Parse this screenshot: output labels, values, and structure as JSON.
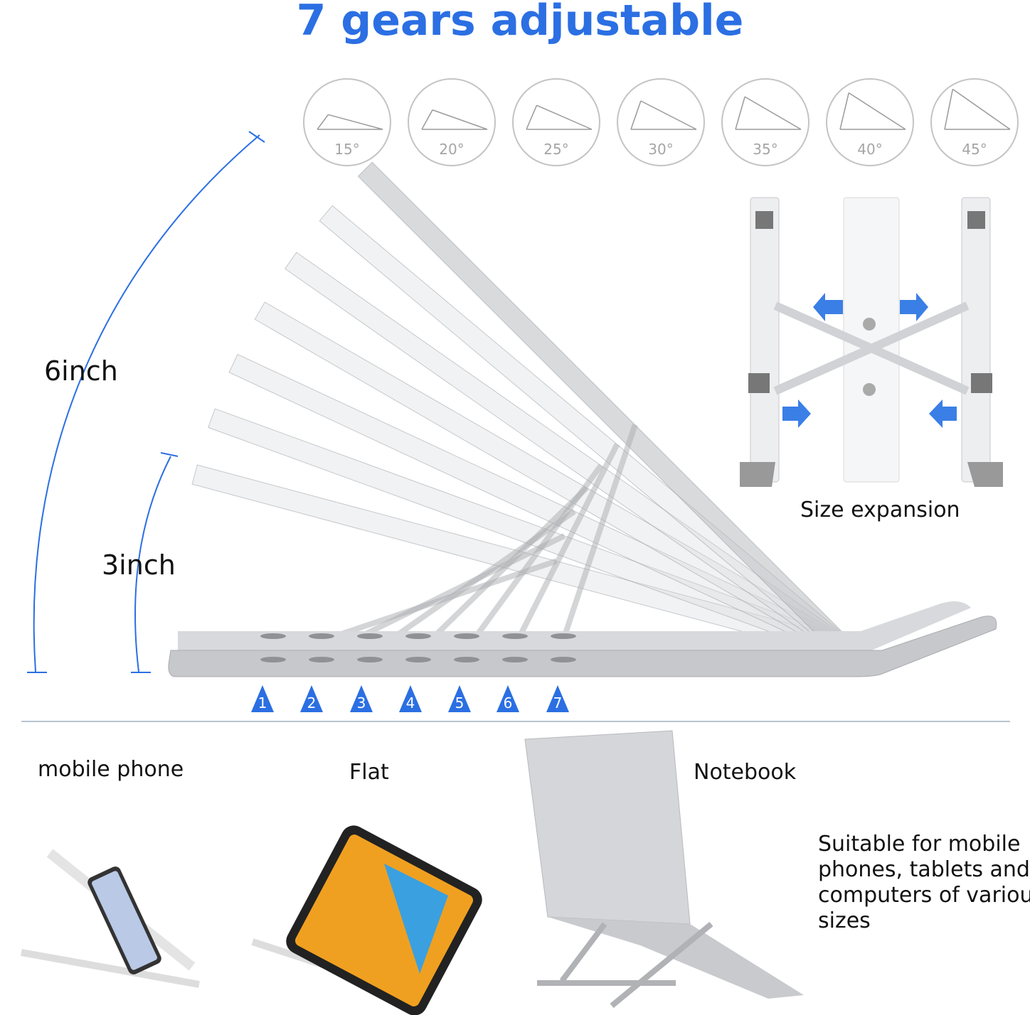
{
  "title": "7 gears adjustable",
  "angles": [
    "15°",
    "20°",
    "25°",
    "30°",
    "35°",
    "40°",
    "45°"
  ],
  "angle_values": [
    15,
    20,
    25,
    30,
    35,
    40,
    45
  ],
  "heights": {
    "max_label": "6inch",
    "min_label": "3inch"
  },
  "gear_markers": [
    "1",
    "2",
    "3",
    "4",
    "5",
    "6",
    "7"
  ],
  "size_expansion_label": "Size expansion",
  "modes": {
    "phone": "mobile phone",
    "flat": "Flat",
    "notebook": "Notebook"
  },
  "description_lines": [
    "Suitable for mobile",
    "phones, tablets and",
    "computers of various",
    "sizes"
  ],
  "colors": {
    "accent": "#2b6fe3",
    "circle": "#c4c4c4",
    "divider": "#b8c4d0",
    "aluminium": "#c9cbce"
  }
}
